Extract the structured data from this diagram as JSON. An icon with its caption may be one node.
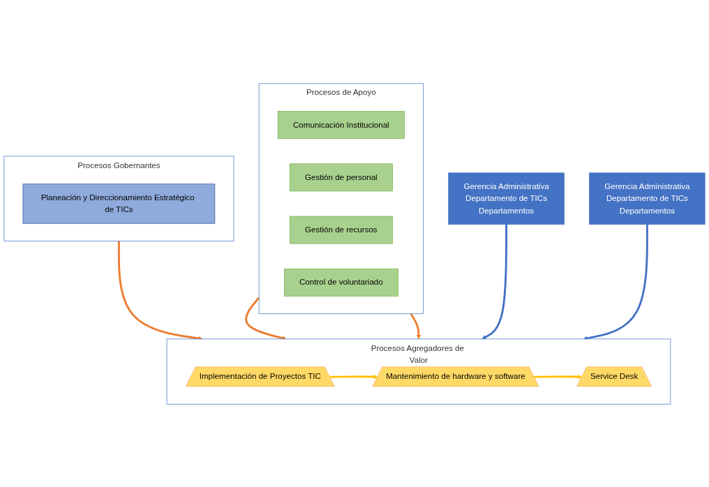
{
  "diagram": {
    "nodes": [
      {
        "text": [
          "Gerencia Administrativa",
          "Departamento de TICs",
          "Departamentos"
        ]
      },
      {
        "text": [
          "Gerencia Administrativa",
          "Departamento de TICs",
          "Departamentos"
        ]
      },
      {
        "text": [
          "Procesos Gobernantes"
        ]
      },
      {
        "text": [
          "Planeación y Direccionamiento Estratégico de TICs"
        ],
        "in": 2
      },
      {
        "text": [
          "Procesos Agregadores de Valor"
        ]
      },
      {
        "text": [
          "Implementación de Proyectos TIC"
        ],
        "in": 4
      },
      {
        "text": [
          "Mantenimiento de hardware y software"
        ],
        "in": 4
      },
      {
        "text": [
          "Service Desk"
        ],
        "in": 4
      },
      {
        "text": [
          "Procesos de Apoyo"
        ]
      },
      {
        "text": [
          "Comunicación Institucional"
        ],
        "in": 8
      },
      {
        "text": [
          "Gestión de personal"
        ],
        "in": 8
      },
      {
        "text": [
          "Gestión de recursos"
        ],
        "in": 8
      },
      {
        "text": [
          "Control de voluntariado"
        ],
        "in": 8
      }
    ],
    "edges": [
      {
        "from": 2,
        "to": 4,
        "arrow": "to",
        "color": "#ed7d31"
      },
      {
        "from": 5,
        "to": 6,
        "arrow": "to",
        "color": "#ffc000"
      },
      {
        "from": 6,
        "to": 7,
        "arrow": "to",
        "color": "#ffc000"
      },
      {
        "from": 8,
        "to": 4,
        "arrow": "to",
        "color": "#ed7d31"
      },
      {
        "from": 8,
        "to": 4,
        "arrow": "to",
        "color": "#ed7d31"
      },
      {
        "from": 0,
        "to": 4,
        "arrow": "to",
        "color": "#4472c4"
      },
      {
        "from": 1,
        "to": 4,
        "arrow": "to",
        "color": "#4472c4"
      }
    ]
  }
}
